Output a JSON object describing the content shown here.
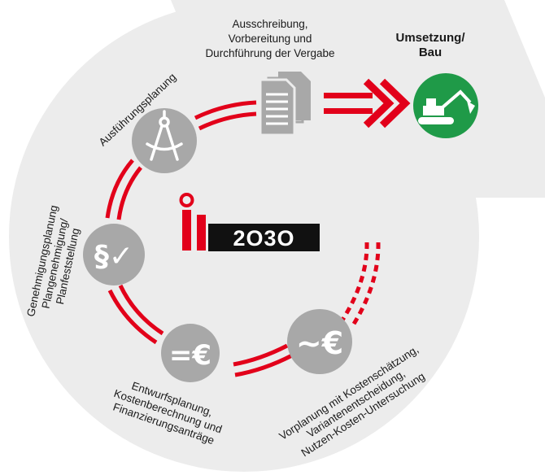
{
  "colors": {
    "background_shape": "#ececec",
    "accent_red": "#e2001a",
    "icon_grey": "#a8a8a8",
    "icon_green": "#1f9a48",
    "logo_black": "#111111"
  },
  "logo": {
    "text": "2O3O"
  },
  "steps": [
    {
      "id": "vorplanung",
      "icon": "tilde-euro-icon",
      "icon_text": "~€",
      "lines": [
        "Vorplanung mit Kostenschätzung,",
        "Variantenentscheidung,",
        "Nutzen-Kosten-Untersuchung"
      ]
    },
    {
      "id": "entwurfsplanung",
      "icon": "equals-euro-icon",
      "icon_text": "=€",
      "lines": [
        "Entwurfsplanung,",
        "Kostenberechnung und",
        "Finanzierungsanträge"
      ]
    },
    {
      "id": "genehmigungsplanung",
      "icon": "paragraph-check-icon",
      "icon_text": "§✓",
      "lines": [
        "Genehmigungsplanung",
        "Plangenehmigung/",
        "Planfeststellung"
      ]
    },
    {
      "id": "ausfuehrungsplanung",
      "icon": "compass-icon",
      "lines": [
        "Ausführungsplanung"
      ]
    },
    {
      "id": "vergabe",
      "icon": "documents-icon",
      "lines": [
        "Ausschreibung,",
        "Vorbereitung und",
        "Durchführung der Vergabe"
      ]
    },
    {
      "id": "umsetzung",
      "icon": "excavator-icon",
      "lines": [
        "Umsetzung/",
        "Bau"
      ]
    }
  ]
}
